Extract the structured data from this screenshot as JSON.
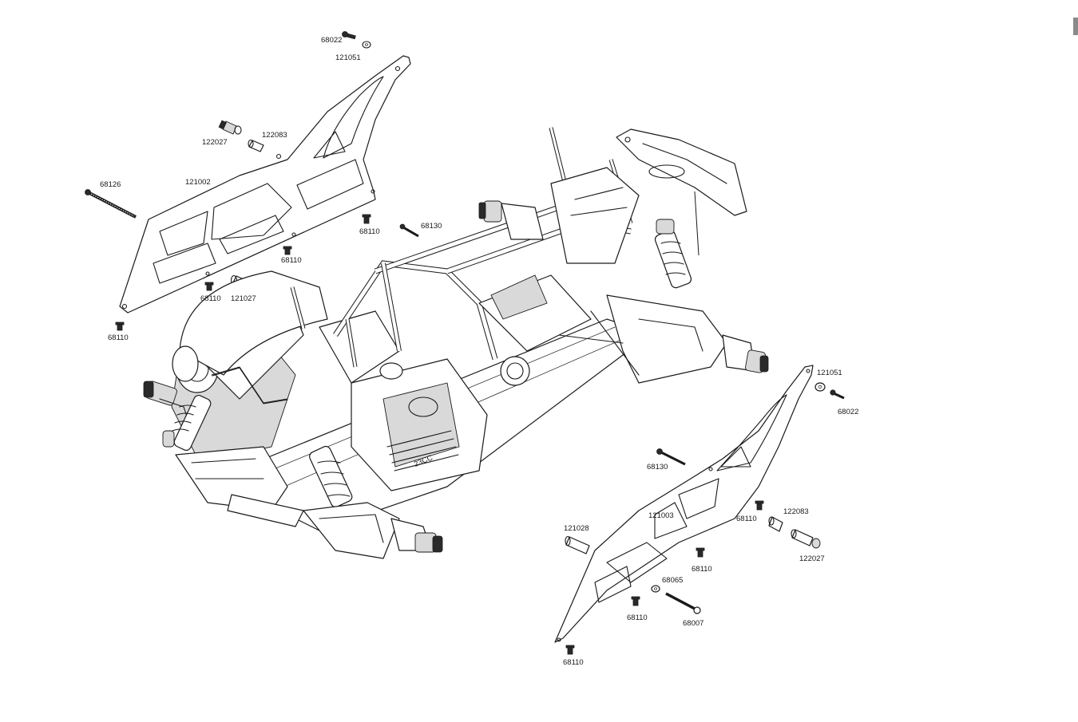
{
  "diagram": {
    "description_none": "",
    "parts": {
      "p68022_a": "68022",
      "p121051_a": "121051",
      "p122083_a": "122083",
      "p122027_a": "122027",
      "p121002": "121002",
      "p68126": "68126",
      "p68110_a": "68110",
      "p68130_a": "68130",
      "p68110_b": "68110",
      "p68110_c": "68110",
      "p121027": "121027",
      "p68110_d": "68110",
      "p121051_b": "121051",
      "p68022_b": "68022",
      "p68130_b": "68130",
      "p121003": "121003",
      "p68110_e": "68110",
      "p122083_b": "122083",
      "p121028": "121028",
      "p122027_b": "122027",
      "p68110_f": "68110",
      "p68065": "68065",
      "p68110_g": "68110",
      "p68007": "68007",
      "p68110_h": "68110"
    },
    "engine_badge": "23CC"
  }
}
